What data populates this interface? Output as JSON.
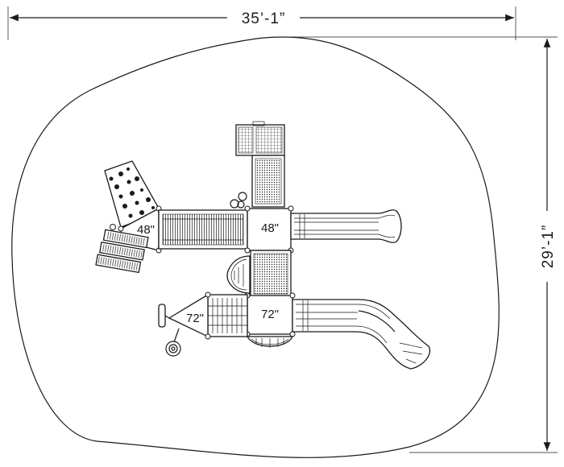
{
  "dimensions": {
    "width_label": "35’-1”",
    "height_label": "29’-1”"
  },
  "decks": {
    "upper_left": "48\"",
    "center_upper": "48\"",
    "center_lower": "72\"",
    "lower_left": "72\""
  }
}
